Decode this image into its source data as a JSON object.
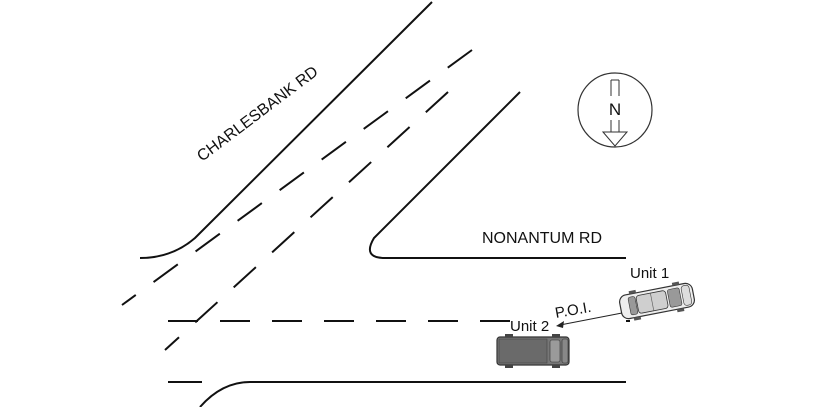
{
  "streets": {
    "charlesbank": "CHARLESBANK RD",
    "nonantum": "NONANTUM RD"
  },
  "compass": {
    "letter": "N",
    "icon": "north-arrow-icon"
  },
  "vehicles": {
    "unit1": {
      "label": "Unit 1",
      "color": "#eeeeee",
      "icon": "car-icon"
    },
    "unit2": {
      "label": "Unit 2",
      "color": "#777777",
      "icon": "truck-icon"
    }
  },
  "marker": {
    "label": "P.O.I."
  },
  "colors": {
    "line": "#111111",
    "background": "#ffffff"
  }
}
